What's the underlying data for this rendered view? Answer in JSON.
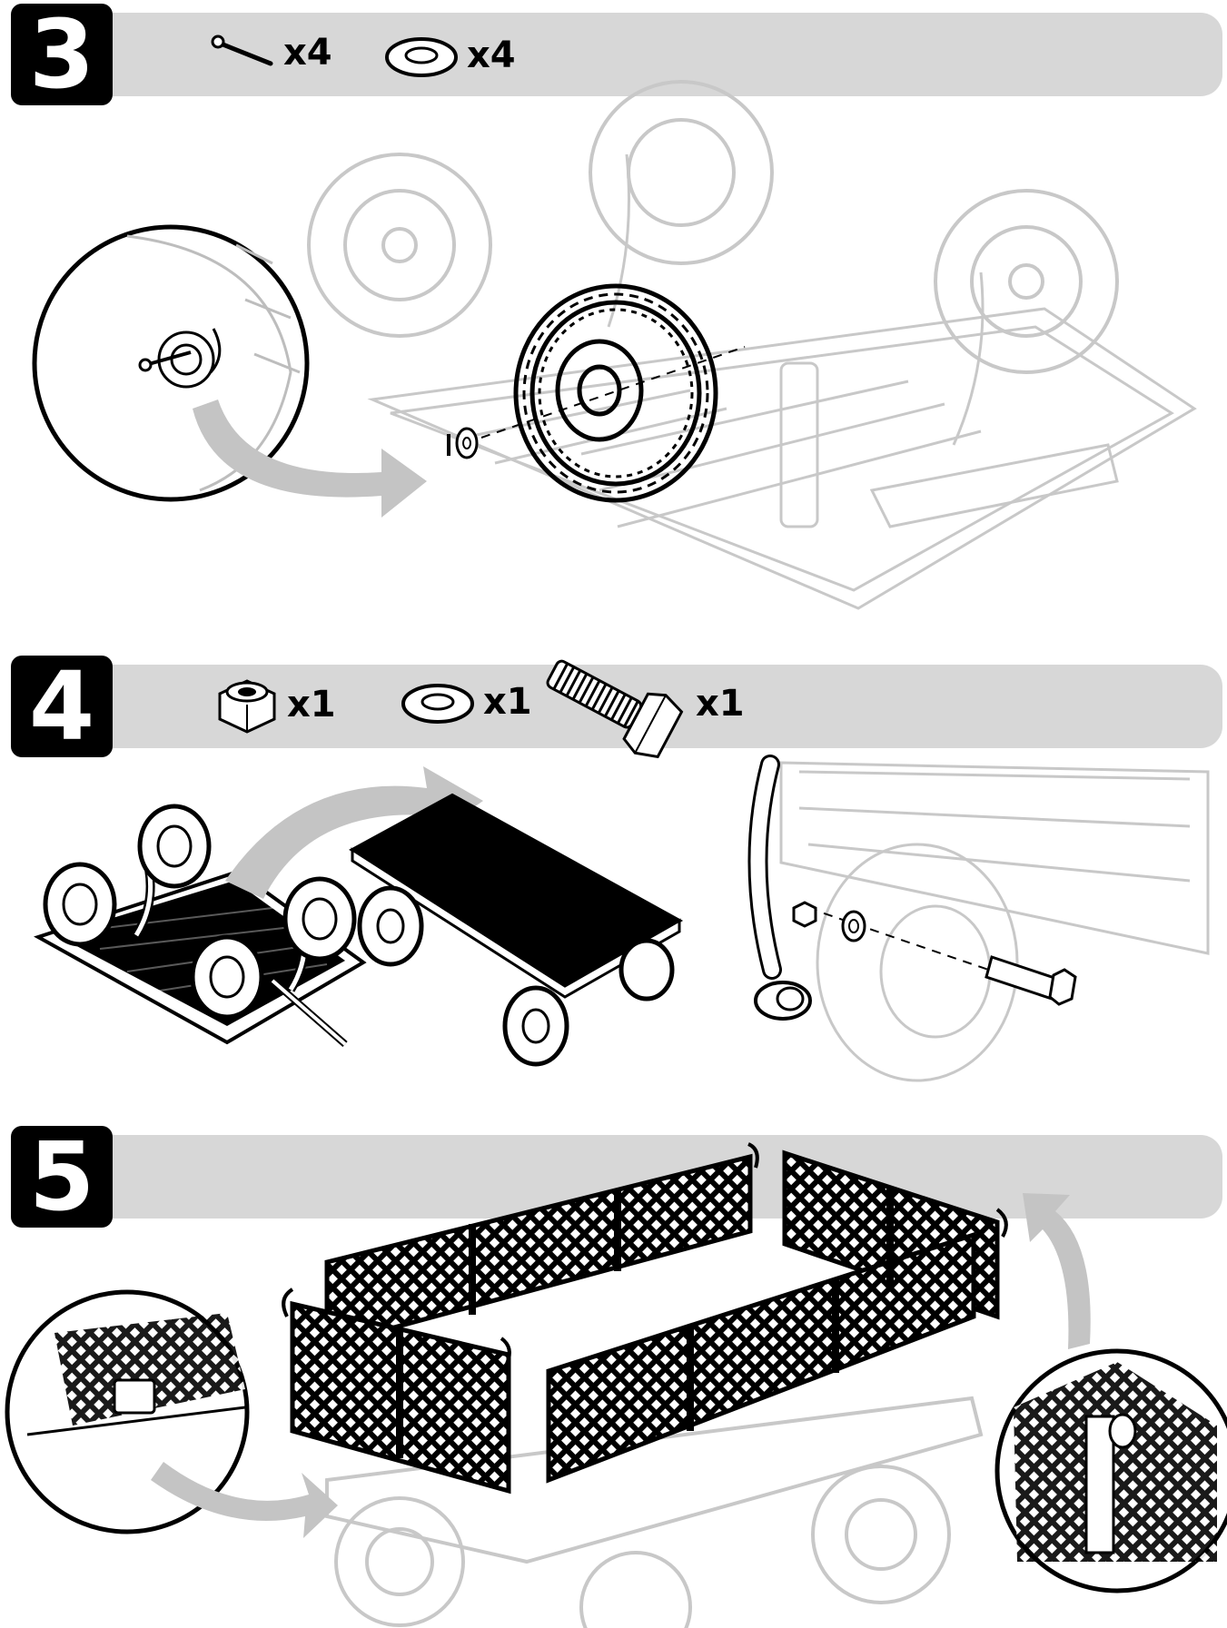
{
  "steps": [
    {
      "number": "3",
      "parts": [
        {
          "icon": "cotter-pin-icon",
          "quantity": "x4"
        },
        {
          "icon": "washer-icon",
          "quantity": "x4"
        }
      ]
    },
    {
      "number": "4",
      "parts": [
        {
          "icon": "lock-nut-icon",
          "quantity": "x1"
        },
        {
          "icon": "washer-icon",
          "quantity": "x1"
        },
        {
          "icon": "hex-bolt-icon",
          "quantity": "x1"
        }
      ]
    },
    {
      "number": "5",
      "parts": []
    }
  ],
  "colors": {
    "band": "#d7d7d7",
    "ink": "#000000",
    "faded_ink": "#bdbdbd",
    "arrow": "#c4c4c4"
  }
}
